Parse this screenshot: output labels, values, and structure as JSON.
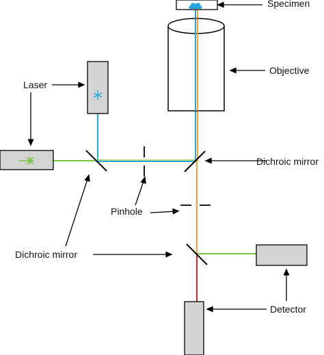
{
  "labels": {
    "specimen": "Specimen",
    "objective": "Objective",
    "laser": "Laser",
    "dichroic_mirror_right": "Dichroic mirror",
    "pinhole": "Pinhole",
    "dichroic_mirror_left": "Dichroic mirror",
    "detector": "Detector"
  },
  "colors": {
    "component_fill": "#d4d4d4",
    "outline": "#000000",
    "laser_green": "#7cc242",
    "laser_blue": "#27a9d6",
    "fluorescence_orange": "#e8a33a",
    "fluorescence_red": "#d9262a",
    "specimen_blue": "#29a3e0"
  }
}
